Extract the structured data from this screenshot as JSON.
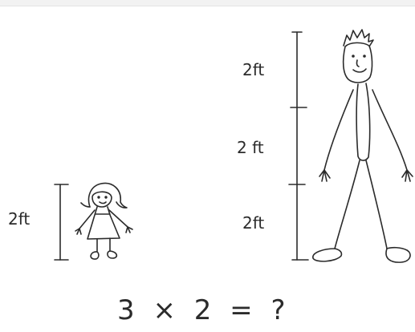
{
  "colors": {
    "ink": "#2b2b2b",
    "paper": "#ffffff"
  },
  "child": {
    "height_label": "2ft"
  },
  "adult": {
    "segment_labels": [
      "2ft",
      "2 ft",
      "2ft"
    ]
  },
  "equation": {
    "text": "3 × 2 = ?"
  }
}
